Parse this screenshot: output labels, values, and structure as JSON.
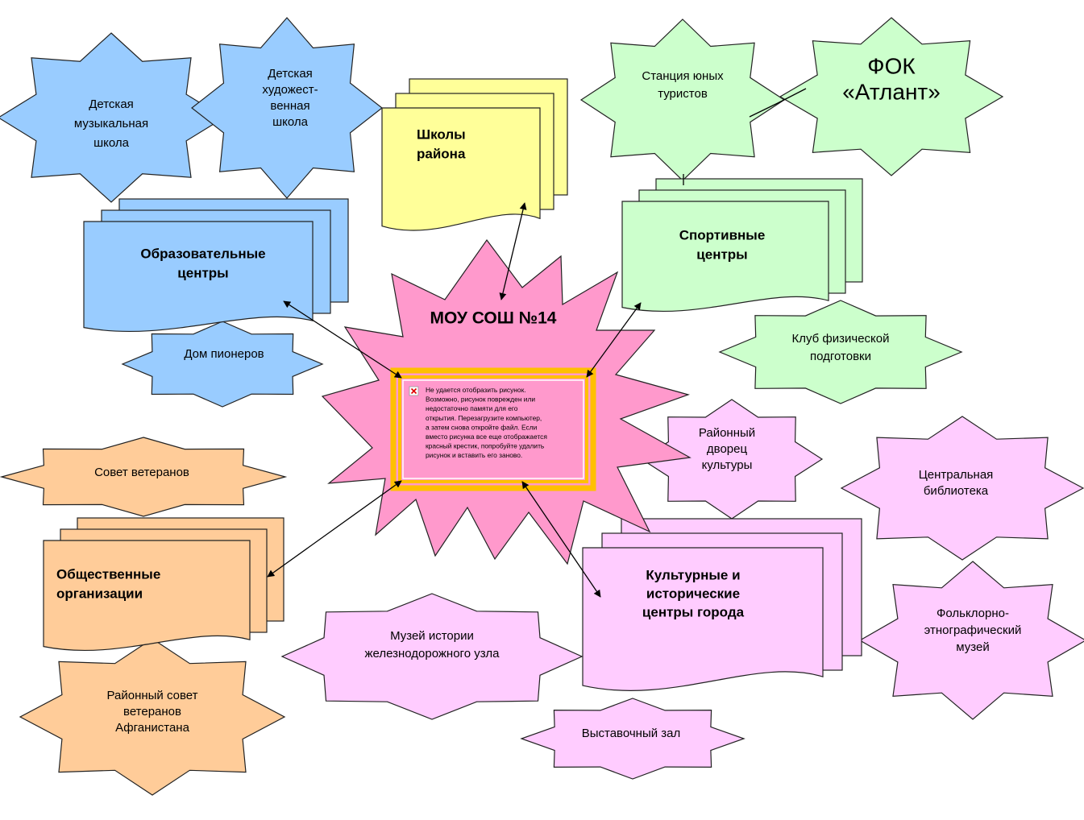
{
  "colors": {
    "blue": "#99ccff",
    "yellow": "#ffff99",
    "green": "#ccffcc",
    "pink_center": "#ff99cc",
    "lilac": "#ffccff",
    "orange": "#ffcc99",
    "frame": "#ffc000"
  },
  "center": {
    "title": "МОУ СОШ №14",
    "broken_image_icon": "broken-image-icon",
    "error_lines": [
      "Не удается отобразить рисунок.",
      "Возможно, рисунок поврежден или",
      "недостаточно памяти для его",
      "открытия. Перезагрузите компьютер,",
      "а затем снова откройте файл. Если",
      "вместо рисунка все еще отображается",
      "красный крестик, попробуйте удалить",
      "рисунок и вставить его заново."
    ]
  },
  "stars": {
    "music_school": [
      "Детская",
      "музыкальная",
      "школа"
    ],
    "art_school": [
      "Детская",
      "художест-",
      "венная",
      "школа"
    ],
    "young_tourists": [
      "Станция юных",
      "туристов"
    ],
    "fok_atlant": [
      "ФОК",
      "«Атлант»"
    ],
    "pioneers_house": [
      "Дом пионеров"
    ],
    "physical_club": [
      "Клуб физической",
      "подготовки"
    ],
    "veterans_council": [
      "Совет ветеранов"
    ],
    "afghan_veterans": [
      "Районный совет",
      "ветеранов",
      "Афганистана"
    ],
    "culture_palace": [
      "Районный",
      "дворец",
      "культуры"
    ],
    "central_library": [
      "Центральная",
      "библиотека"
    ],
    "railway_museum": [
      "Музей истории",
      "железнодорожного  узла"
    ],
    "folk_museum": [
      "Фольклорно-",
      "этнографический",
      "музей"
    ],
    "exhibition_hall": [
      "Выставочный зал"
    ]
  },
  "docs": {
    "district_schools": [
      "Школы",
      "района"
    ],
    "education_centers": [
      "Образовательные",
      "центры"
    ],
    "sport_centers": [
      "Спортивные",
      "центры"
    ],
    "public_orgs": [
      "Общественные",
      "организации"
    ],
    "culture_centers": [
      "Культурные и",
      "исторические",
      "центры города"
    ]
  }
}
